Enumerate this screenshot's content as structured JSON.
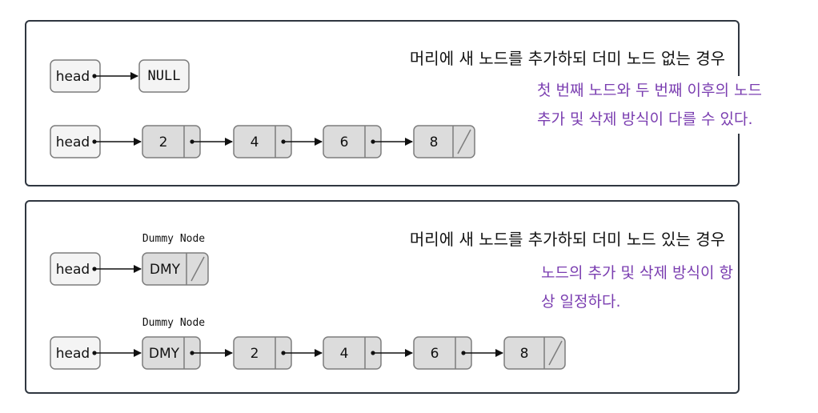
{
  "top_section": {
    "title": "머리에 새 노드를 추가하되 더미 노드 없는 경우",
    "note_line1": "첫 번째 노드와 두 번째 이후의 노드",
    "note_line2": "추가 및 삭제 방식이 다를 수 있다.",
    "row1": {
      "head": "head",
      "null": "NULL"
    },
    "row2": {
      "head": "head",
      "nodes": [
        "2",
        "4",
        "6",
        "8"
      ]
    }
  },
  "bottom_section": {
    "title": "머리에 새 노드를 추가하되 더미 노드 있는 경우",
    "note_line1": "노드의 추가 및 삭제 방식이 항",
    "note_line2": "상 일정하다.",
    "dummy_label": "Dummy Node",
    "row1": {
      "head": "head",
      "dummy": "DMY"
    },
    "row2": {
      "head": "head",
      "dummy": "DMY",
      "nodes": [
        "2",
        "4",
        "6",
        "8"
      ]
    }
  },
  "colors": {
    "note": "#7a3db0",
    "node_fill": "#dcdcdc",
    "head_fill": "#f4f4f4",
    "border": "#2f3640"
  }
}
